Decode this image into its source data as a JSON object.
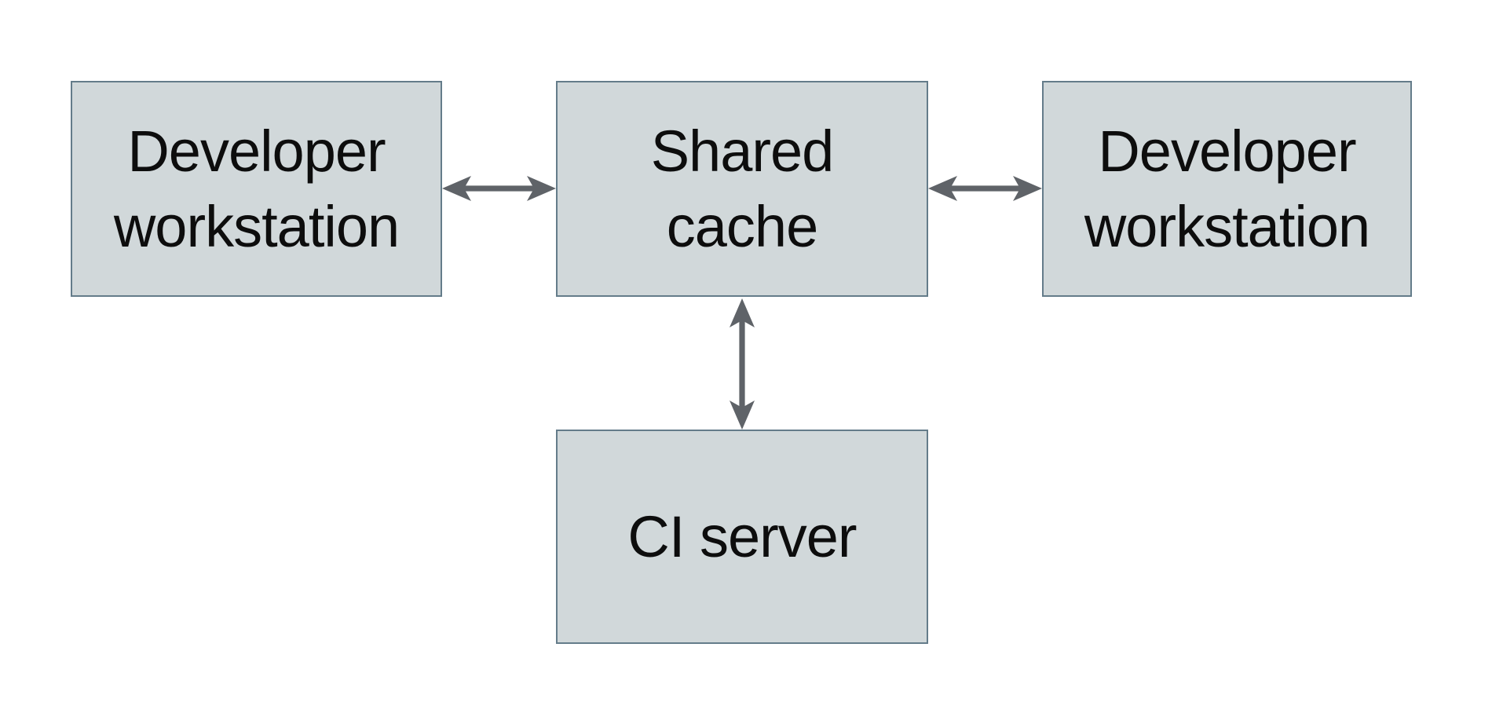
{
  "colors": {
    "background": "#ffffff",
    "box_fill": "#d1d8da",
    "box_border": "#647c8a",
    "arrow": "#5f6368",
    "text": "#0d0d0d"
  },
  "nodes": {
    "developer_workstation_left": {
      "lines": [
        "Developer",
        "workstation"
      ]
    },
    "shared_cache": {
      "lines": [
        "Shared",
        "cache"
      ]
    },
    "developer_workstation_right": {
      "lines": [
        "Developer",
        "workstation"
      ]
    },
    "ci_server": {
      "lines": [
        "CI server"
      ]
    }
  },
  "edges": [
    {
      "from": "developer_workstation_left",
      "to": "shared_cache",
      "direction": "bidirectional"
    },
    {
      "from": "shared_cache",
      "to": "developer_workstation_right",
      "direction": "bidirectional"
    },
    {
      "from": "shared_cache",
      "to": "ci_server",
      "direction": "bidirectional"
    }
  ]
}
